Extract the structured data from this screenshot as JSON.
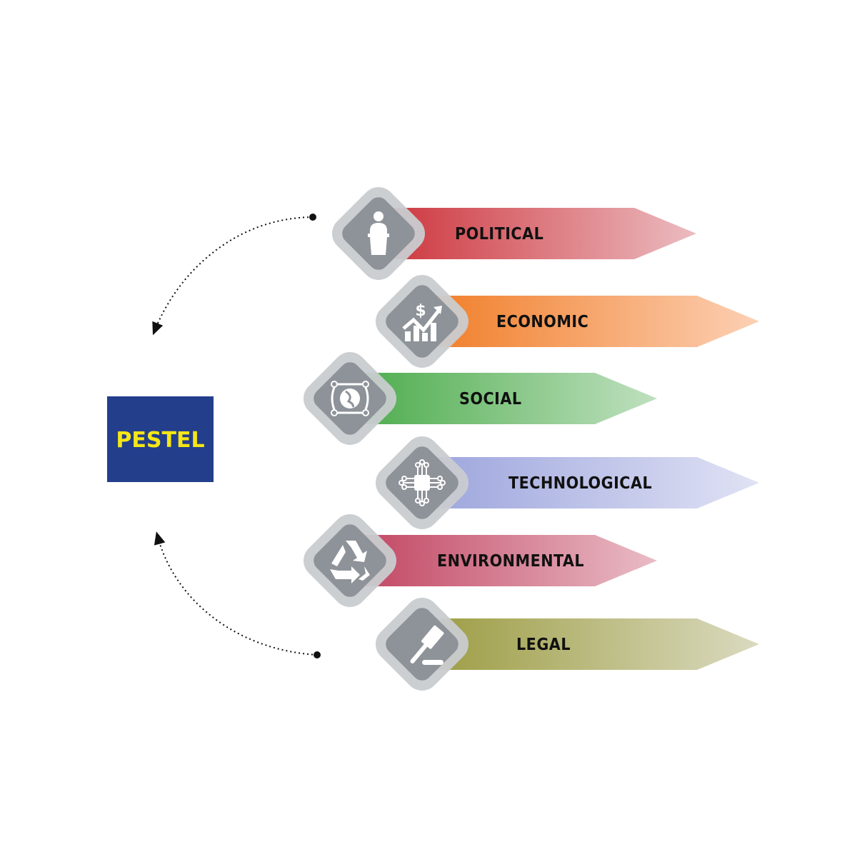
{
  "center": {
    "label": "PESTEL",
    "box_color": "#233e8b",
    "text_color": "#f5e616"
  },
  "factors": [
    {
      "label": "POLITICAL",
      "icon": "podium-speaker-icon",
      "color_start": "#cc3038",
      "color_end": "#ebbcc0"
    },
    {
      "label": "ECONOMIC",
      "icon": "dollar-growth-chart-icon",
      "color_start": "#f07a22",
      "color_end": "#fcd0b4"
    },
    {
      "label": "SOCIAL",
      "icon": "globe-network-icon",
      "color_start": "#48aa48",
      "color_end": "#bfe0bf"
    },
    {
      "label": "TECHNOLOGICAL",
      "icon": "circuit-chip-icon",
      "color_start": "#9aa3dc",
      "color_end": "#e0e2f4"
    },
    {
      "label": "ENVIRONMENTAL",
      "icon": "recycle-icon",
      "color_start": "#c0405e",
      "color_end": "#e9bcc6"
    },
    {
      "label": "LEGAL",
      "icon": "gavel-icon",
      "color_start": "#9a9a3e",
      "color_end": "#dadac0"
    }
  ]
}
